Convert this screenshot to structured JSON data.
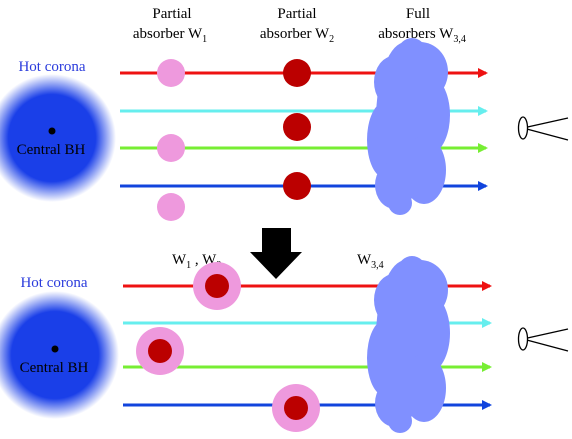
{
  "colors": {
    "red": "#ee1111",
    "cyan": "#66eeee",
    "green": "#77ee33",
    "blue": "#1144dd",
    "corona": "#1a3fe8",
    "corona_label": "#2a3bdc",
    "pink": "#ee99dd",
    "dark_red": "#bb0000",
    "cloud": "#8090ff",
    "arrow": "#000000"
  },
  "top_panel": {
    "header_partial_w1": {
      "line1": "Partial",
      "line2": "absorber W",
      "sub": "1"
    },
    "header_partial_w2": {
      "line1": "Partial",
      "line2": "absorber W",
      "sub": "2"
    },
    "header_full": {
      "line1": "Full",
      "line2": "absorbers W",
      "sub": "3,4"
    },
    "corona_label": "Hot corona",
    "bh_label": "Central BH"
  },
  "bottom_panel": {
    "w12_label": {
      "a": "W",
      "a_sub": "1",
      "sep": " , ",
      "b": "W",
      "b_sub": "2"
    },
    "w34_label": {
      "main": "W",
      "sub": "3,4"
    },
    "corona_label": "Hot corona",
    "bh_label": "Central BH"
  },
  "icons": {
    "observer_top": "eye-icon",
    "observer_bottom": "eye-icon",
    "transition": "down-arrow-icon"
  }
}
